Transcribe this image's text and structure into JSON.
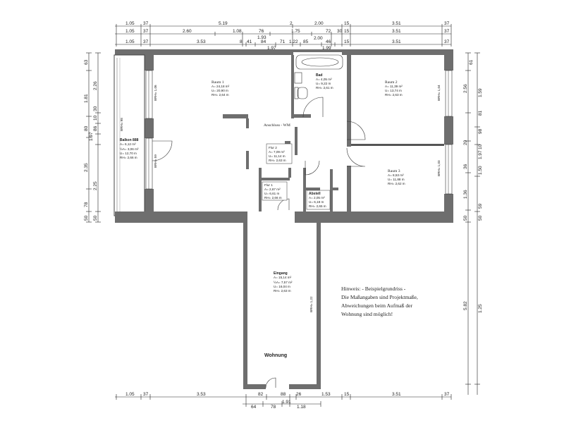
{
  "top_dims": {
    "row1": [
      "1.05",
      "37",
      "5.19",
      "2",
      "2.00",
      "15",
      "3.51",
      "37"
    ],
    "row2": [
      "1.05",
      "37",
      "2.60",
      "1.08",
      "76",
      "1.93",
      "1.75",
      "72",
      "30",
      "15",
      "3.51",
      "37"
    ],
    "row3": [
      "1.05",
      "37",
      "3.53",
      "8",
      "41",
      "84",
      "1.97",
      "71",
      "1.22",
      "2.00",
      "85",
      "46",
      "15",
      "1.99",
      "3.51",
      "37"
    ]
  },
  "bottom_dims": {
    "row1": [
      "1.05",
      "37",
      "3.53",
      "82",
      "88",
      "26",
      "1.53",
      "15",
      "3.51",
      "37"
    ],
    "row2": [
      "64",
      "78",
      "1.91",
      "1.18"
    ]
  },
  "left_dims": {
    "outer": [
      "63",
      "1.81",
      "80",
      "1.97",
      "2.35",
      "78",
      "50"
    ],
    "inner": [
      "2.26",
      "10",
      "86",
      "30",
      "2.25",
      "50"
    ]
  },
  "right_dims": {
    "outer": [
      "61",
      "1.59",
      "10",
      "1.97",
      "1.50",
      "59",
      "50"
    ],
    "inner": [
      "2.56",
      "81",
      "98",
      "20",
      "36",
      "1.36",
      "50",
      "5.82",
      "1.25"
    ]
  },
  "rooms": {
    "raum1": {
      "name": "Raum 1",
      "area": "A= 24,18 m²",
      "perimeter": "U= 20,90 m",
      "height": "RH= 2,64 m"
    },
    "bad": {
      "name": "Bad",
      "area": "A= 4,05 m²",
      "perimeter": "U= 9,22 m",
      "height": "RH= 2,61 m"
    },
    "raum2": {
      "name": "Raum 2",
      "area": "A= 11,39 m²",
      "perimeter": "U= 13,74 m",
      "height": "RH= 2,63 m"
    },
    "balkon": {
      "name": "Balkon 888",
      "area": "A= 6,12 m²",
      "area2": "½A= 3,06 m²",
      "perimeter": "U= 12,70 m",
      "height": "RH= 2,66 m"
    },
    "flur2": {
      "name": "Flur 2",
      "area": "A= 7,09 m²",
      "perimeter": "U= 11,14 m",
      "height": "RH= 2,63 m"
    },
    "flur1": {
      "name": "Flur 1",
      "area": "A= 2,67 m²",
      "perimeter": "U= 6,61 m",
      "height": "RH= 2,66 m"
    },
    "abstell": {
      "name": "Abstell",
      "area": "A= 2,05 m²",
      "perimeter": "U= 6,18 m",
      "height": "RH= 2,65 m"
    },
    "raum3": {
      "name": "Raum 3",
      "area": "A= 8,53 m²",
      "perimeter": "U= 11,88 m",
      "height": "RH= 2,62 m"
    },
    "eingang": {
      "name": "Eingang",
      "area": "A= 15,14 m²",
      "area2": "½A= 7,57 m²",
      "perimeter": "U= 16,04 m",
      "height": "RH= 2,63 m"
    }
  },
  "labels": {
    "anschluss": "Anschluss - WM",
    "wohnung": "Wohnung",
    "bh_raum1": "BRH= 1,06",
    "bh_raum2": "BRH= 1,04",
    "bh_raum3": "BRH= 1,03",
    "bh_balkon": "BRH= 98",
    "bh_balkon2": "BRH= 59",
    "bh_eingang": "BRH= 1,22"
  },
  "note": {
    "line1": "Hinweis: - Beispielgrundriss -",
    "line2": "Die Maßangaben sind Projektmaße,",
    "line3": "Abweichungen beim Aufmaß der",
    "line4": "Wohnung sind möglich!"
  }
}
